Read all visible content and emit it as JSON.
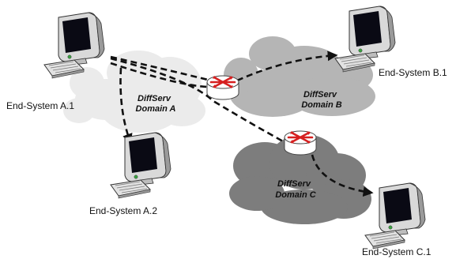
{
  "end_systems": {
    "a1": "End-System A.1",
    "a2": "End-System A.2",
    "b1": "End-System B.1",
    "c1": "End-System C.1"
  },
  "domains": {
    "a": {
      "line1": "DiffServ",
      "line2": "Domain A",
      "color": "#ebebeb"
    },
    "b": {
      "line1": "DiffServ",
      "line2": "Domain B",
      "color": "#b5b5b5"
    },
    "c": {
      "line1": "DiffServ",
      "line2": "Domain C",
      "color": "#7d7d7d"
    }
  },
  "colors": {
    "link": "#111111",
    "router_body": "#ffffff",
    "router_arrows": "#d62020",
    "monitor_screen": "#0a0a14"
  },
  "icons": {
    "end_system": "desktop-computer-icon",
    "router": "router-icon"
  }
}
